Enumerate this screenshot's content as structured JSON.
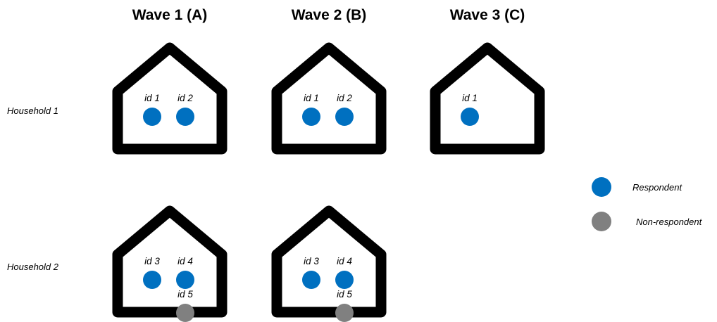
{
  "waves": [
    {
      "label": "Wave 1 (A)"
    },
    {
      "label": "Wave 2 (B)"
    },
    {
      "label": "Wave 3 (C)"
    }
  ],
  "households": [
    {
      "label": "Household 1"
    },
    {
      "label": "Household 2"
    }
  ],
  "houses": [
    {
      "wave": 0,
      "household": 0,
      "members": [
        {
          "id": "id 1",
          "status": "respondent"
        },
        {
          "id": "id 2",
          "status": "respondent"
        }
      ]
    },
    {
      "wave": 1,
      "household": 0,
      "members": [
        {
          "id": "id 1",
          "status": "respondent"
        },
        {
          "id": "id 2",
          "status": "respondent"
        }
      ]
    },
    {
      "wave": 2,
      "household": 0,
      "members": [
        {
          "id": "id 1",
          "status": "respondent"
        }
      ]
    },
    {
      "wave": 0,
      "household": 1,
      "members": [
        {
          "id": "id 3",
          "status": "respondent"
        },
        {
          "id": "id 4",
          "status": "respondent"
        },
        {
          "id": "id 5",
          "status": "non-respondent"
        }
      ]
    },
    {
      "wave": 1,
      "household": 1,
      "members": [
        {
          "id": "id 3",
          "status": "respondent"
        },
        {
          "id": "id 4",
          "status": "respondent"
        },
        {
          "id": "id 5",
          "status": "non-respondent"
        }
      ]
    }
  ],
  "legend": [
    {
      "status": "respondent",
      "label": "Respondent"
    },
    {
      "status": "non-respondent",
      "label": "Non-respondent"
    }
  ],
  "colors": {
    "respondent": "#0070c0",
    "non-respondent": "#808080",
    "outline": "#000000"
  }
}
